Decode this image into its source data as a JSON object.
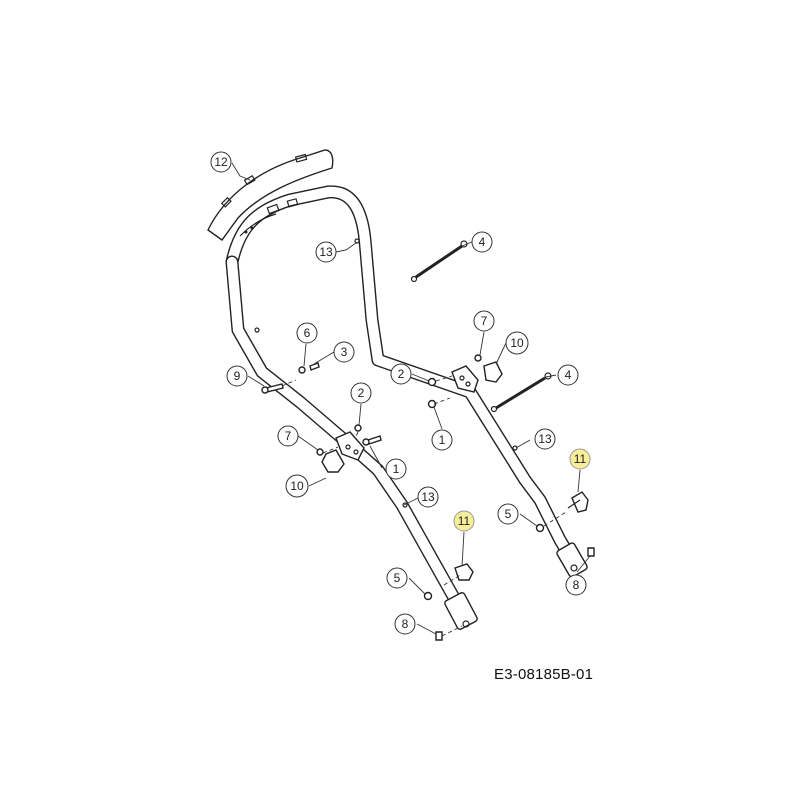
{
  "callouts": {
    "c12": "12",
    "c13_top": "13",
    "c4_top": "4",
    "c6": "6",
    "c3": "3",
    "c9": "9",
    "c2_left": "2",
    "c7_left": "7",
    "c1_left": "1",
    "c10_left": "10",
    "c13_left": "13",
    "c7_right": "7",
    "c10_right": "10",
    "c2_right": "2",
    "c4_right": "4",
    "c1_right": "1",
    "c13_right": "13",
    "c11_right": "11",
    "c5_right": "5",
    "c8_right": "8",
    "c11_left": "11",
    "c5_left": "5",
    "c8_left": "8"
  },
  "highlight_color": "#f7ee9a",
  "drawing_code": "E3-08185B-01"
}
